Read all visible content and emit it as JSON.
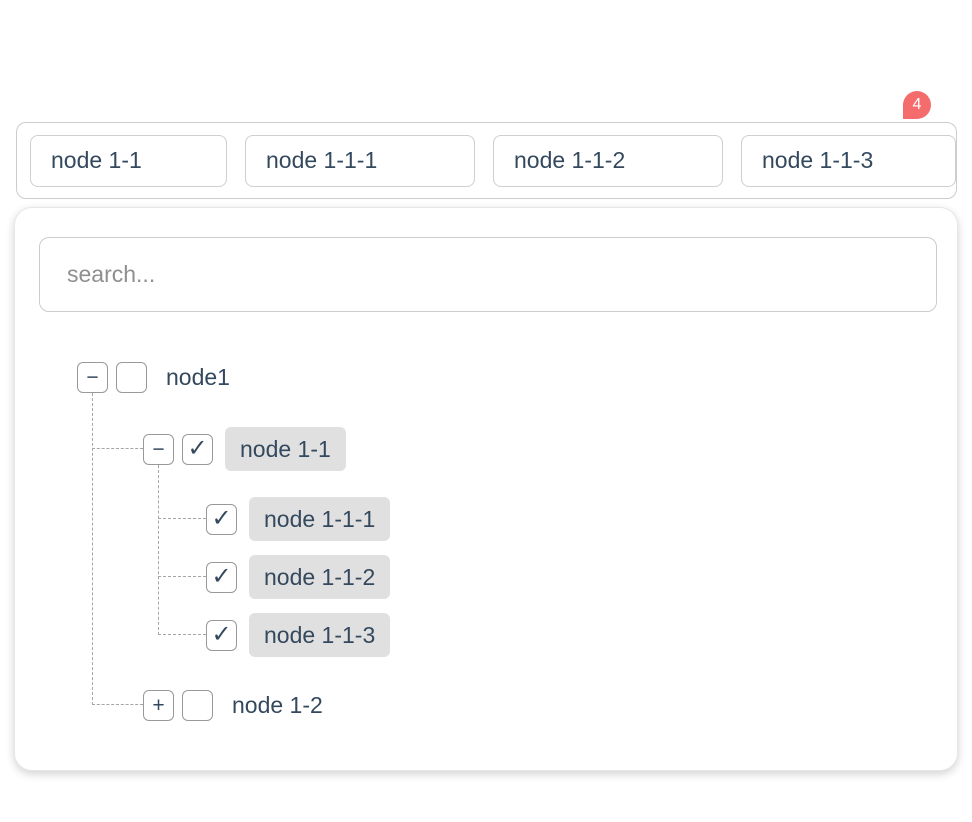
{
  "select": {
    "tags": [
      "node 1-1",
      "node 1-1-1",
      "node 1-1-2",
      "node 1-1-3"
    ],
    "badge_count": "4"
  },
  "dropdown": {
    "search": {
      "placeholder": "search..."
    },
    "tree": {
      "nodes": [
        {
          "label": "node1",
          "level": 0,
          "expander": "−",
          "check": "",
          "highlighted": false
        },
        {
          "label": "node 1-1",
          "level": 1,
          "expander": "−",
          "check": "✓",
          "highlighted": true
        },
        {
          "label": "node 1-1-1",
          "level": 2,
          "check": "✓",
          "highlighted": true
        },
        {
          "label": "node 1-1-2",
          "level": 2,
          "check": "✓",
          "highlighted": true
        },
        {
          "label": "node 1-1-3",
          "level": 2,
          "check": "✓",
          "highlighted": true
        },
        {
          "label": "node 1-2",
          "level": 1,
          "expander": "+",
          "check": "",
          "highlighted": false
        }
      ]
    }
  },
  "colors": {
    "badge_background": "#f56c6c",
    "badge_text": "#ffffff",
    "node_text": "#34495e",
    "highlight_background": "#e0e0e0",
    "border_gray": "#cccccc",
    "connector_gray": "#a6a6a6"
  }
}
